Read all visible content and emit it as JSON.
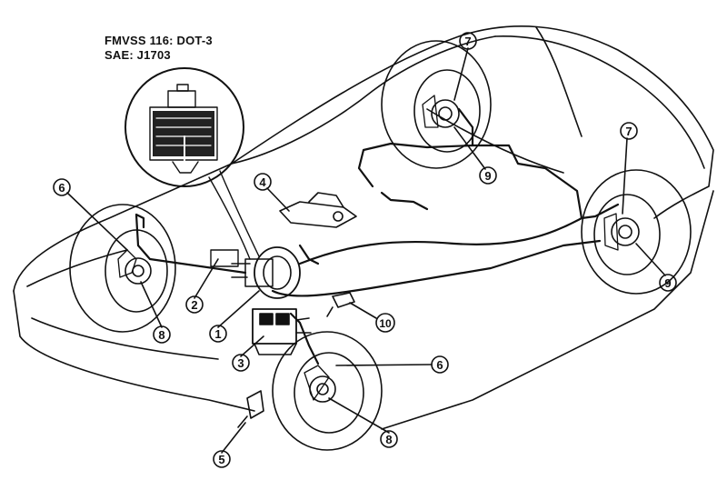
{
  "spec_lines": [
    "FMVSS 116: DOT-3",
    "SAE: J1703"
  ],
  "callouts": {
    "c1": "1",
    "c2": "2",
    "c3": "3",
    "c4": "4",
    "c5": "5",
    "c6a": "6",
    "c6b": "6",
    "c7a": "7",
    "c7b": "7",
    "c8a": "8",
    "c8b": "8",
    "c9a": "9",
    "c9b": "9",
    "c10": "10"
  },
  "colors": {
    "line": "#111111",
    "paper": "#ffffff"
  }
}
